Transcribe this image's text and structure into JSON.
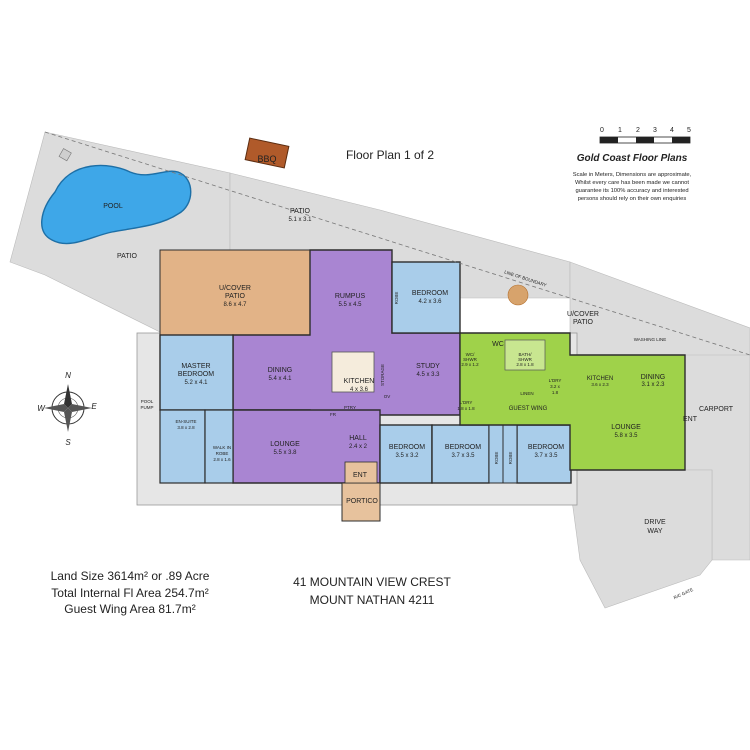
{
  "header": {
    "title": "Floor Plan 1 of 2"
  },
  "scale": {
    "ticks": [
      "0",
      "1",
      "2",
      "3",
      "4",
      "5"
    ]
  },
  "brand": {
    "name": "Gold Coast Floor Plans",
    "disclaimer_lines": [
      "Scale in Meters, Dimensions are approximate,",
      "Whilst every care has been made we cannot",
      "guarantee its 100% accuracy and interested",
      "persons should rely on their own enquiries"
    ]
  },
  "rooms": {
    "pool": "POOL",
    "bbq": "BBQ",
    "patio_left": "PATIO",
    "patio_top": {
      "name": "PATIO",
      "dims": "5.1 x 3.1"
    },
    "ucover_patio": {
      "name": "U/COVER",
      "name2": "PATIO",
      "dims": "8.6 x 4.7"
    },
    "rumpus": {
      "name": "RUMPUS",
      "dims": "5.5 x 4.5"
    },
    "bedroom_top": {
      "name": "BEDROOM",
      "dims": "4.2 x 3.6"
    },
    "robe": "ROBE",
    "master_bedroom": {
      "name": "MASTER",
      "name2": "BEDROOM",
      "dims": "5.2 x 4.1"
    },
    "dining": {
      "name": "DINING",
      "dims": "5.4 x 4.1"
    },
    "kitchen": {
      "name": "KITCHEN",
      "dims": "4 x 3.6"
    },
    "storage": "STORAGE",
    "study": {
      "name": "STUDY",
      "dims": "4.5 x 3.3"
    },
    "wc": "WC",
    "wc_shwr": {
      "name": "WC/",
      "name2": "SHWR",
      "dims": "2.9 x 1.2"
    },
    "bath_shwr": {
      "name": "BATH/",
      "name2": "SHWR",
      "dims": "2.8 x 1.8"
    },
    "linen": "LINEN",
    "ldry_main": {
      "name": "L'DRY",
      "dims": "1.8 x 1.8"
    },
    "ldry_guest": {
      "name": "L'DRY",
      "dims": "3.2 x",
      "dims2": "1.8"
    },
    "guest_wing": "GUEST WING",
    "guest_kitchen": {
      "name": "KITCHEN",
      "dims": "3.6 x 2.3"
    },
    "guest_dining": {
      "name": "DINING",
      "dims": "3.1 x 2.3"
    },
    "guest_lounge": {
      "name": "LOUNGE",
      "dims": "5.8 x 3.5"
    },
    "ucover_patio_right": {
      "name": "U/COVER",
      "name2": "PATIO"
    },
    "washing_line": "WASHING LINE",
    "ent_right": "ENT",
    "carport": "CARPORT",
    "driveway": {
      "name": "DRIVE",
      "name2": "WAY"
    },
    "pool_pump": {
      "name": "POOL",
      "name2": "PUMP"
    },
    "ensuite": {
      "name": "EN-SUITE",
      "dims": "3.8 x 2.8"
    },
    "walk_in_robe": {
      "name": "WALK IN",
      "name2": "ROBE",
      "dims": "2.8 x 1.6"
    },
    "lounge": {
      "name": "LOUNGE",
      "dims": "5.5 x 3.8"
    },
    "hall": {
      "name": "HALL",
      "dims": "2.4 x 2"
    },
    "ent": "ENT",
    "portico": "PORTICO",
    "bedroom_a": {
      "name": "BEDROOM",
      "dims": "3.5 x 3.2"
    },
    "bedroom_b": {
      "name": "BEDROOM",
      "dims": "3.7 x 3.5"
    },
    "bedroom_c": {
      "name": "BEDROOM",
      "dims": "3.7 x 3.5"
    },
    "fr": "FR",
    "ov": "OV",
    "pantry": "PTRY",
    "line_of_boundary": "LINE OF BOUNDARY",
    "rc_gate": "R/C GATE"
  },
  "compass": {
    "n": "N",
    "s": "S",
    "e": "E",
    "w": "W"
  },
  "stats": {
    "land_size": "Land Size 3614m² or .89 Acre",
    "internal_area": "Total Internal Fl Area 254.7m²",
    "guest_wing_area": "Guest Wing Area 81.7m²"
  },
  "address": {
    "line1": "41 MOUNTAIN VIEW CREST",
    "line2": "MOUNT NATHAN 4211"
  },
  "colors": {
    "patio_grey": "#dcdcdc",
    "pool_blue": "#3ea7e8",
    "bbq_brown": "#b05a2a",
    "ucover_orange": "#e2b387",
    "living_purple": "#a985d2",
    "bedroom_blue": "#a9cdea",
    "guest_green": "#9fd24a",
    "portico_tan": "#e7c29d",
    "wall": "#2d2d2d"
  }
}
